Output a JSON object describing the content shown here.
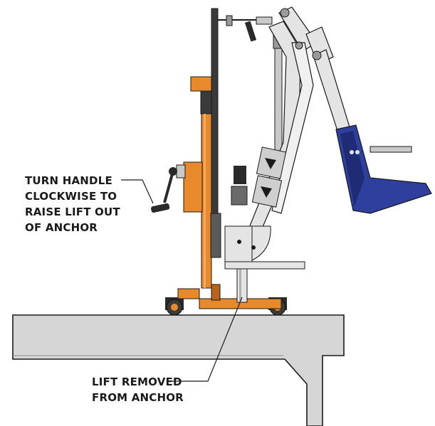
{
  "callouts": {
    "handle": {
      "lines": [
        "TURN HANDLE",
        "CLOCKWISE TO",
        "RAISE LIFT OUT",
        "OF ANCHOR"
      ]
    },
    "anchor": {
      "lines": [
        "LIFT REMOVED",
        "FROM ANCHOR"
      ]
    }
  },
  "colors": {
    "mast_orange": "#E8892B",
    "mast_orange_dark": "#B9641A",
    "seat_blue": "#2E3F9E",
    "seat_blue_dark": "#1F2B75",
    "steel": "#E4E4E4",
    "steel_dark": "#9A9A9A",
    "concrete": "#D6D6D6",
    "outline": "#1A1A1A"
  }
}
